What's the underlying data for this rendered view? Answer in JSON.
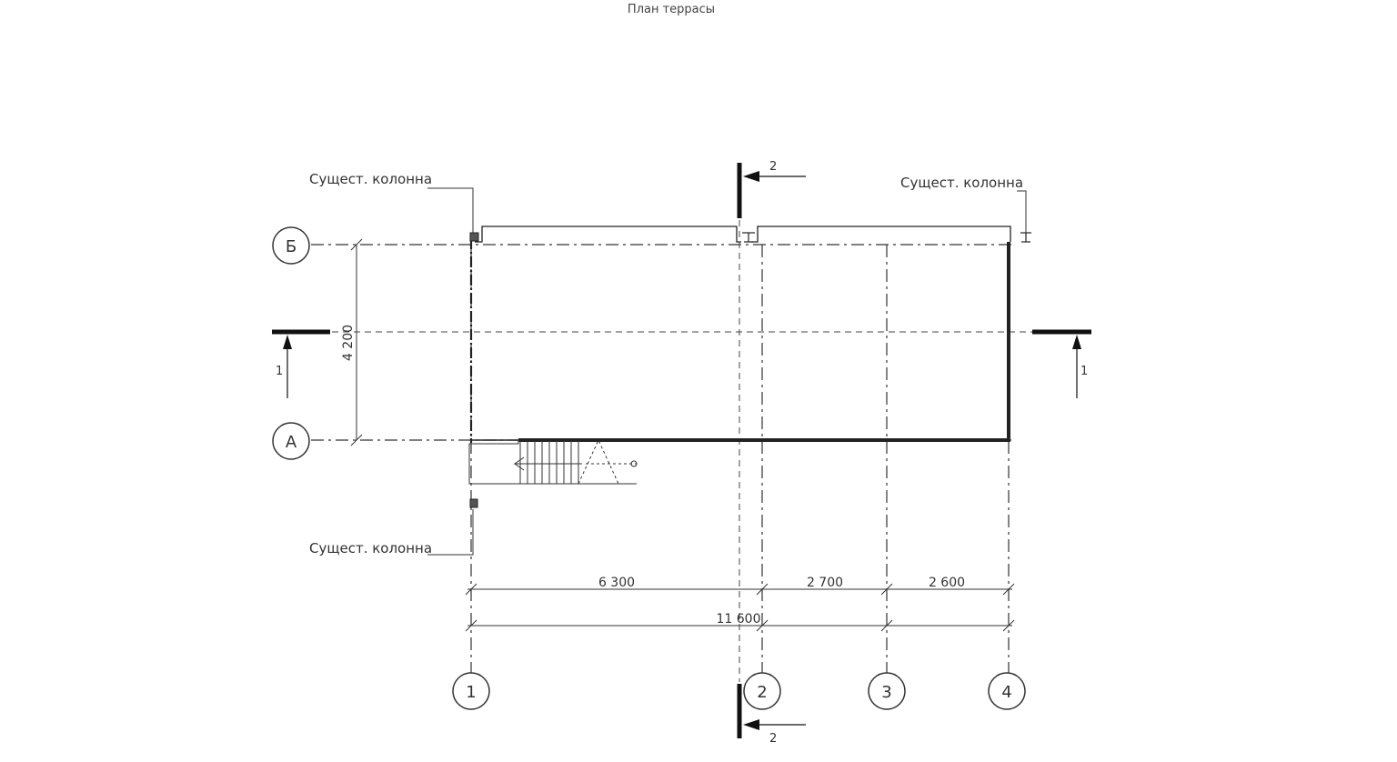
{
  "title": "План террасы",
  "grid": {
    "horizontal": [
      "Б",
      "А"
    ],
    "vertical": [
      "1",
      "2",
      "3",
      "4"
    ]
  },
  "labels": {
    "column_top_left": "Сущест. колонна",
    "column_top_right": "Сущест. колонна",
    "column_bottom_left": "Сущест. колонна"
  },
  "dimensions": {
    "height_a_b": "4 200",
    "span_1_2": "6 300",
    "span_2_3": "2 700",
    "span_3_4": "2 600",
    "overall": "11 600"
  },
  "sections": {
    "section_1_left": "1",
    "section_1_right": "1",
    "section_2_top": "2",
    "section_2_bottom": "2"
  }
}
